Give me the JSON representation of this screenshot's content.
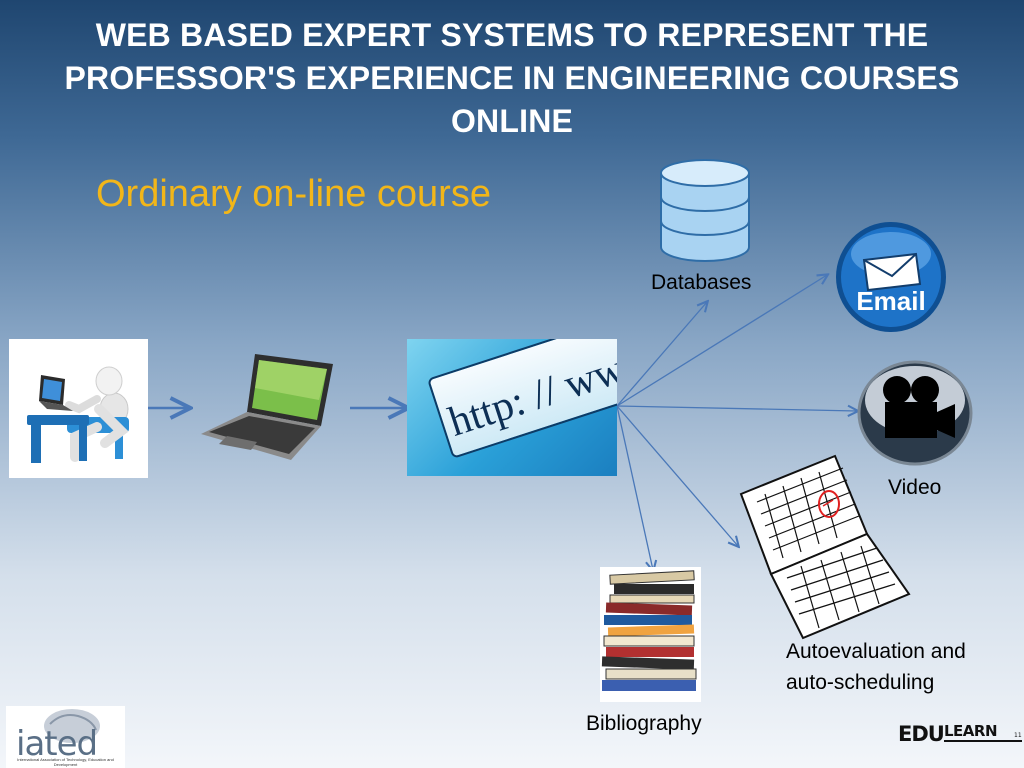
{
  "slide": {
    "title": "WEB BASED EXPERT SYSTEMS TO REPRESENT THE PROFESSOR'S EXPERIENCE IN ENGINEERING COURSES ONLINE",
    "subtitle": "Ordinary on-line course"
  },
  "flow": {
    "url_text": "http: // www"
  },
  "labels": {
    "databases": "Databases",
    "video": "Video",
    "autoevaluation_line1": "Autoevaluation and",
    "autoevaluation_line2": "auto-scheduling",
    "bibliography": "Bibliography"
  },
  "icons": {
    "email_text": "Email"
  },
  "logos": {
    "iated": "iated",
    "iated_caption": "International Association of Technology, Education and Development",
    "edulearn_big": "EDU",
    "edulearn_small": "LEARN",
    "edulearn_suffix": "11"
  },
  "colors": {
    "title_text": "#ffffff",
    "subtitle_text": "#f2b619",
    "arrow": "#4a78b8",
    "email_blue": "#1e73c8"
  }
}
